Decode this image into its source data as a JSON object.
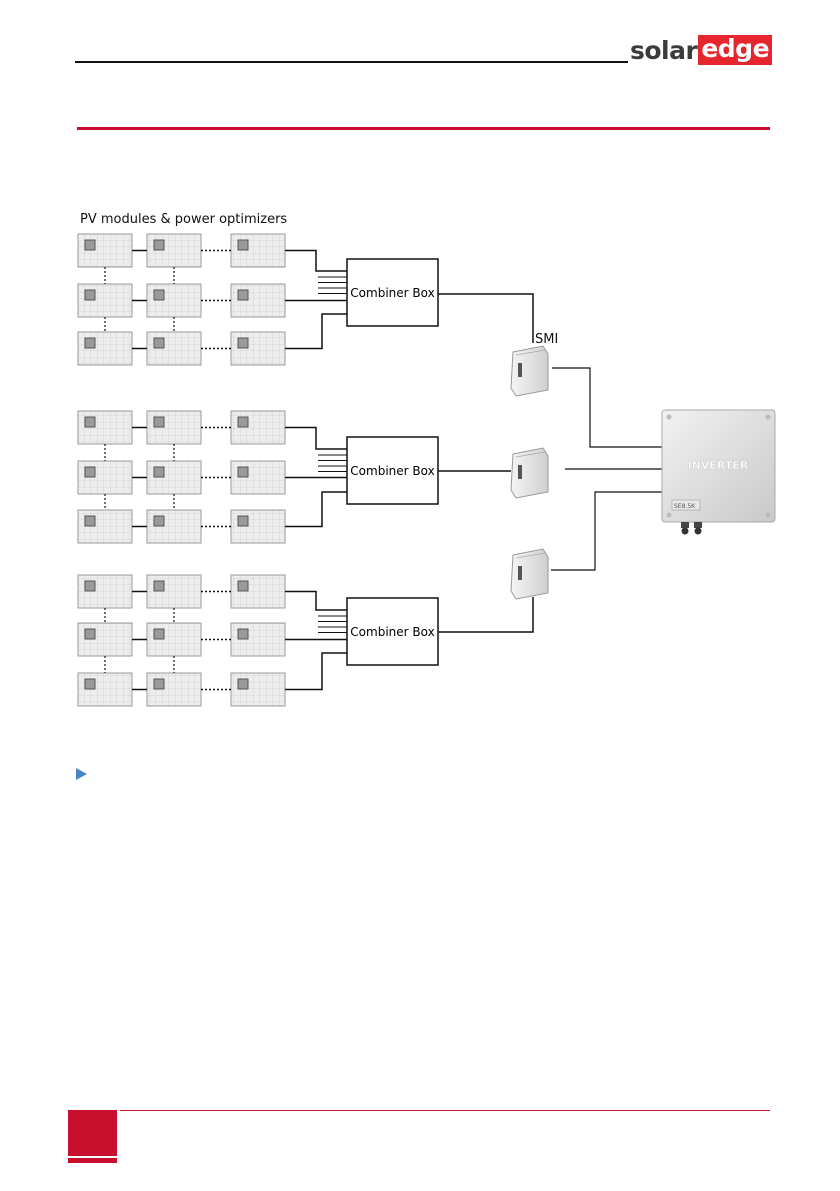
{
  "brand": {
    "logo_part1": "solar",
    "logo_part2": "edge",
    "accent_color": "#c8102e",
    "logo_red": "#e5262f"
  },
  "diagram": {
    "pv_label": "PV modules & power optimizers",
    "combiner_label": "Combiner Box",
    "smi_label": "SMI",
    "inverter_label": "INVERTER",
    "inverter_sublabel": "SE8.5K"
  },
  "bullet_icon": "triangle-bullet-icon"
}
